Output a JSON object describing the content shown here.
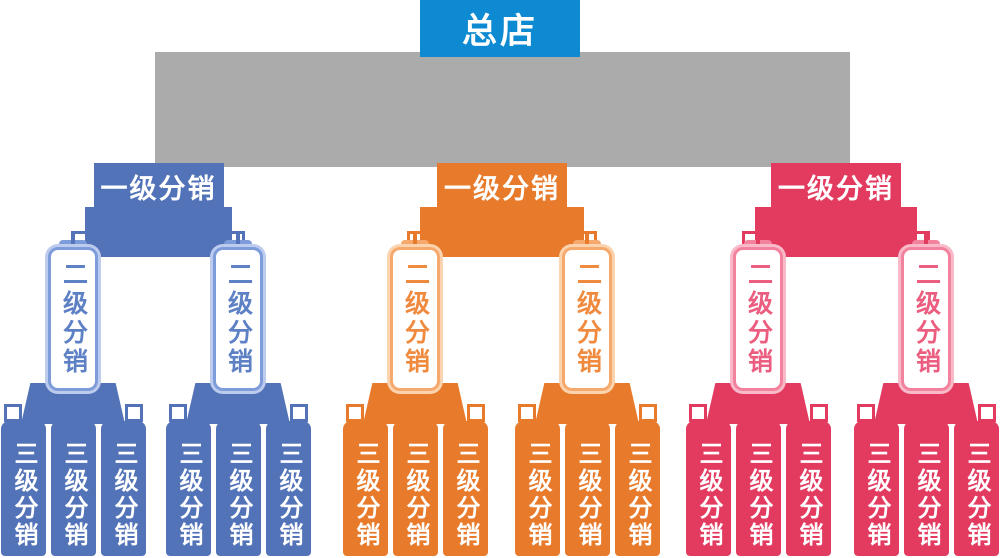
{
  "title_node": {
    "label": "总店",
    "bg": "#0E8AD2",
    "text_color": "#FFFFFF"
  },
  "trunk": {
    "color": "#ABABAB"
  },
  "groups": [
    {
      "id": "left",
      "colors": {
        "main": "#5373B8",
        "light": "#7E9CD9",
        "halo": "#BDCBEE",
        "text": "#5E80C4"
      },
      "level1": {
        "label": "一级分销"
      },
      "level2": [
        {
          "label": "二级分销"
        },
        {
          "label": "二级分销"
        }
      ],
      "level3": [
        {
          "label": "三级分销"
        },
        {
          "label": "三级分销"
        },
        {
          "label": "三级分销"
        },
        {
          "label": "三级分销"
        },
        {
          "label": "三级分销"
        },
        {
          "label": "三级分销"
        }
      ]
    },
    {
      "id": "center",
      "colors": {
        "main": "#E87A2B",
        "light": "#F6A96C",
        "halo": "#FBD3AE",
        "text": "#F08A3E"
      },
      "level1": {
        "label": "一级分销"
      },
      "level2": [
        {
          "label": "二级分销"
        },
        {
          "label": "二级分销"
        }
      ],
      "level3": [
        {
          "label": "三级分销"
        },
        {
          "label": "三级分销"
        },
        {
          "label": "三级分销"
        },
        {
          "label": "三级分销"
        },
        {
          "label": "三级分销"
        },
        {
          "label": "三级分销"
        }
      ]
    },
    {
      "id": "right",
      "colors": {
        "main": "#E33B60",
        "light": "#F2829E",
        "halo": "#F9B9C9",
        "text": "#EC5E80"
      },
      "level1": {
        "label": "一级分销"
      },
      "level2": [
        {
          "label": "二级分销"
        },
        {
          "label": "二级分销"
        }
      ],
      "level3": [
        {
          "label": "三级分销"
        },
        {
          "label": "三级分销"
        },
        {
          "label": "三级分销"
        },
        {
          "label": "三级分销"
        },
        {
          "label": "三级分销"
        },
        {
          "label": "三级分销"
        }
      ]
    }
  ]
}
